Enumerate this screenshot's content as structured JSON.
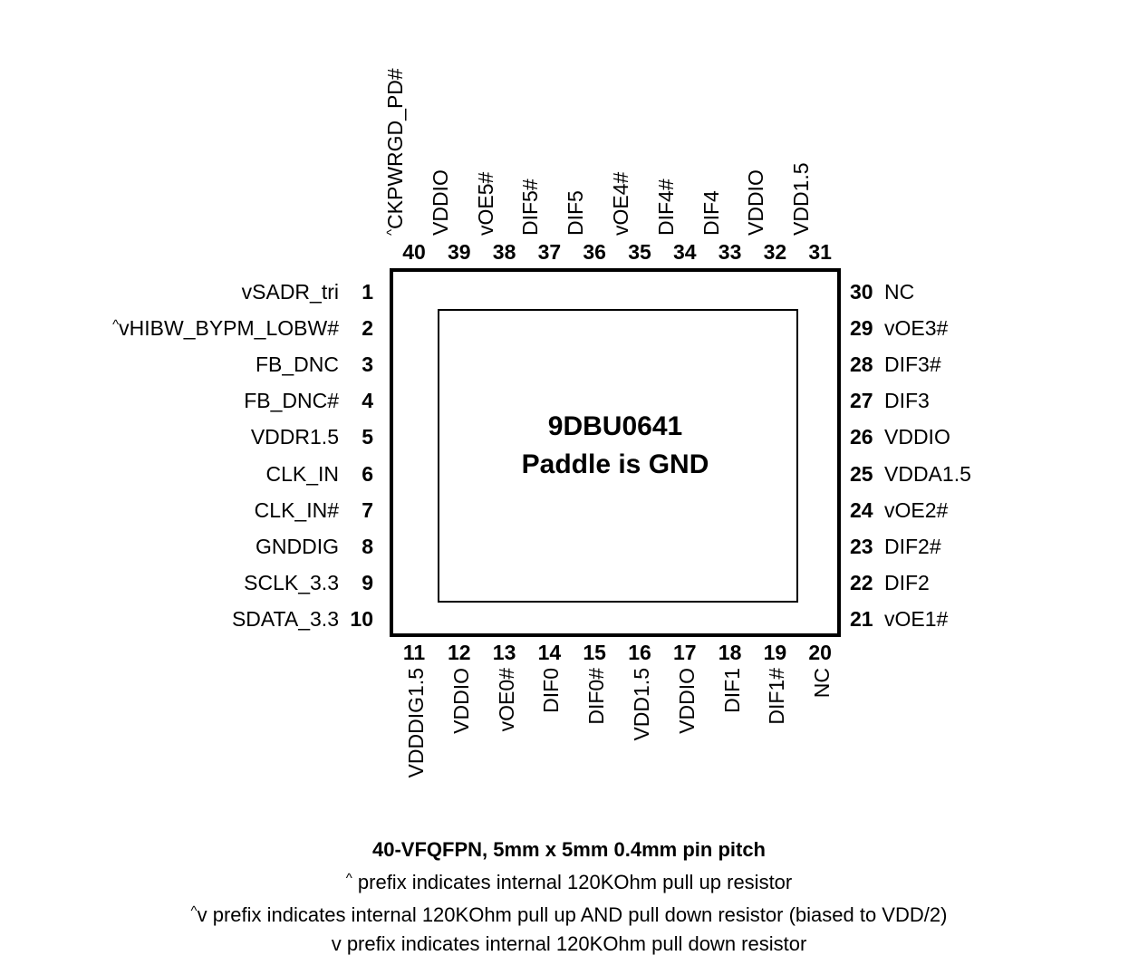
{
  "package": {
    "part_number": "9DBU0641",
    "paddle_note": "Paddle is GND",
    "left_pins": [
      {
        "num": "1",
        "label": "vSADR_tri"
      },
      {
        "num": "2",
        "label": "^vHIBW_BYPM_LOBW#",
        "caret_prefix": "^",
        "rest": "vHIBW_BYPM_LOBW#"
      },
      {
        "num": "3",
        "label": "FB_DNC"
      },
      {
        "num": "4",
        "label": "FB_DNC#"
      },
      {
        "num": "5",
        "label": "VDDR1.5"
      },
      {
        "num": "6",
        "label": "CLK_IN"
      },
      {
        "num": "7",
        "label": "CLK_IN#"
      },
      {
        "num": "8",
        "label": "GNDDIG"
      },
      {
        "num": "9",
        "label": "SCLK_3.3"
      },
      {
        "num": "10",
        "label": "SDATA_3.3"
      }
    ],
    "bottom_pins": [
      {
        "num": "11",
        "label": "VDDDIG1.5"
      },
      {
        "num": "12",
        "label": "VDDIO"
      },
      {
        "num": "13",
        "label": "vOE0#"
      },
      {
        "num": "14",
        "label": "DIF0"
      },
      {
        "num": "15",
        "label": "DIF0#"
      },
      {
        "num": "16",
        "label": "VDD1.5"
      },
      {
        "num": "17",
        "label": "VDDIO"
      },
      {
        "num": "18",
        "label": "DIF1"
      },
      {
        "num": "19",
        "label": "DIF1#"
      },
      {
        "num": "20",
        "label": "NC"
      }
    ],
    "right_pins": [
      {
        "num": "30",
        "label": "NC"
      },
      {
        "num": "29",
        "label": "vOE3#"
      },
      {
        "num": "28",
        "label": "DIF3#"
      },
      {
        "num": "27",
        "label": "DIF3"
      },
      {
        "num": "26",
        "label": "VDDIO"
      },
      {
        "num": "25",
        "label": "VDDA1.5"
      },
      {
        "num": "24",
        "label": "vOE2#"
      },
      {
        "num": "23",
        "label": "DIF2#"
      },
      {
        "num": "22",
        "label": "DIF2"
      },
      {
        "num": "21",
        "label": "vOE1#"
      }
    ],
    "top_pins": [
      {
        "num": "40",
        "label": "^CKPWRGD_PD#",
        "caret_prefix": "^",
        "rest": "CKPWRGD_PD#"
      },
      {
        "num": "39",
        "label": "VDDIO"
      },
      {
        "num": "38",
        "label": "vOE5#"
      },
      {
        "num": "37",
        "label": "DIF5#"
      },
      {
        "num": "36",
        "label": "DIF5"
      },
      {
        "num": "35",
        "label": "vOE4#"
      },
      {
        "num": "34",
        "label": "DIF4#"
      },
      {
        "num": "33",
        "label": "DIF4"
      },
      {
        "num": "32",
        "label": "VDDIO"
      },
      {
        "num": "31",
        "label": "VDD1.5"
      }
    ]
  },
  "footer": {
    "line1": "40-VFQFPN, 5mm x 5mm 0.4mm pin pitch",
    "line2_caret": "^",
    "line2_rest": " prefix indicates internal 120KOhm pull up resistor",
    "line3_caret": "^",
    "line3_rest": "v prefix indicates internal 120KOhm pull up AND pull down resistor (biased to VDD/2)",
    "line4": "v prefix indicates internal 120KOhm pull down resistor"
  },
  "colors": {
    "line": "#000000",
    "background": "#ffffff"
  }
}
